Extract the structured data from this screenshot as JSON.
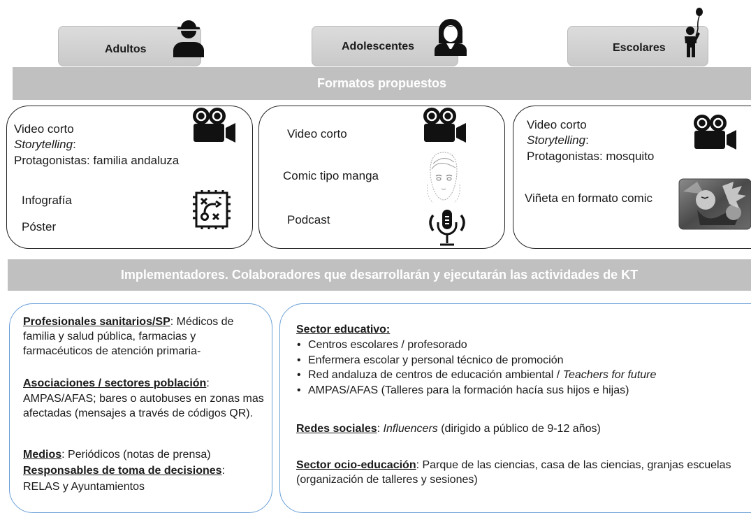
{
  "audiences": {
    "adultos": {
      "label": "Adultos",
      "icon": "adult-person-icon"
    },
    "adolescentes": {
      "label": "Adolescentes",
      "icon": "teen-girl-icon"
    },
    "escolares": {
      "label": "Escolares",
      "icon": "child-with-balloon-icon"
    }
  },
  "formatos_band": "Formatos propuestos",
  "formats": {
    "adultos": {
      "line1": "Video corto",
      "storytelling": "Storytelling",
      "storytelling_colon": ":",
      "protagonistas": "Protagonistas: familia andaluza",
      "infografia": "Infografía",
      "poster": "Póster",
      "icons": [
        "video-camera-icon",
        "infographic-icon"
      ]
    },
    "adolescentes": {
      "video": "Video corto",
      "comic": "Comic tipo manga",
      "podcast": "Podcast",
      "icons": [
        "video-camera-icon",
        "manga-sketch-icon",
        "microphone-icon"
      ]
    },
    "escolares": {
      "line1": "Video corto",
      "storytelling": "Storytelling",
      "storytelling_colon": ":",
      "protagonistas": "Protagonistas: mosquito",
      "vineta": "Viñeta en formato comic",
      "icons": [
        "video-camera-icon",
        "comic-panel-icon"
      ]
    }
  },
  "implementadores_band": "Implementadores. Colaboradores que desarrollarán y ejecutarán las actividades de KT",
  "left_panel": {
    "prof_head": "Profesionales sanitarios/SP",
    "prof_text": ": Médicos de familia y salud pública, farmacias y farmacéuticos de atención primaria-",
    "asoc_head": "Asociaciones / sectores población",
    "asoc_colon": ":",
    "asoc_text": "AMPAS/AFAS;  bares o autobuses en zonas mas afectadas (mensajes a través de códigos QR).",
    "medios_head": "Medios",
    "medios_text": ": Periódicos (notas de prensa)",
    "resp_head": "Responsables de toma de decisiones",
    "resp_colon": ":",
    "resp_text": "RELAS y Ayuntamientos"
  },
  "right_panel": {
    "sector_head": "Sector educativo:",
    "bullets": {
      "b1": "Centros escolares  / profesorado",
      "b2": "Enfermera escolar y personal técnico de promoción",
      "b3_text": "Red andaluza de centros de educación ambiental / ",
      "b3_italic": "Teachers for future",
      "b4": "AMPAS/AFAS (Talleres para la formación hacía sus hijos e hijas)"
    },
    "redes_head": "Redes sociales",
    "redes_colon": ": ",
    "redes_italic": "Influencers",
    "redes_text": " (dirigido a público de 9-12 años)",
    "ocio_head": "Sector ocio-educación",
    "ocio_text": ": Parque de las ciencias, casa de las ciencias, granjas escuelas (organización de talleres y sesiones)"
  }
}
